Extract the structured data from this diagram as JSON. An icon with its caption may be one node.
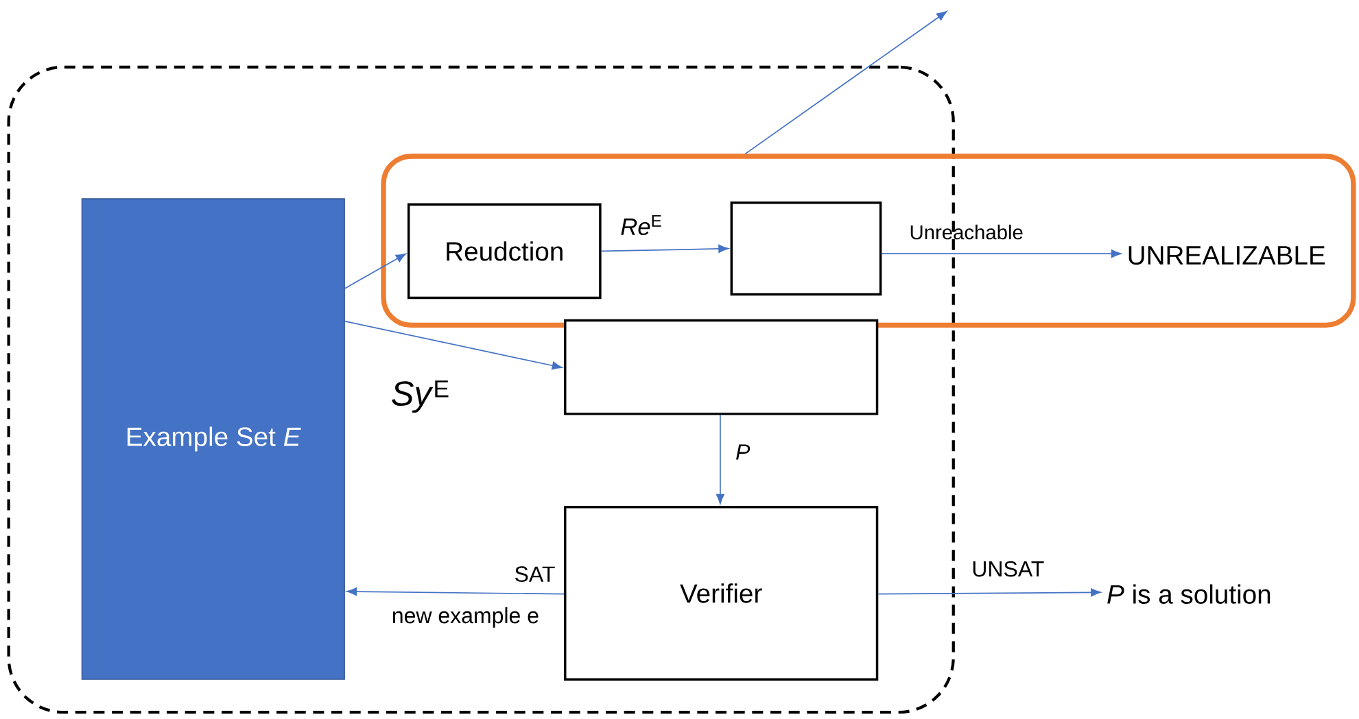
{
  "diagram": {
    "nodes": [
      {
        "text": [],
        "shape": "box"
      },
      {
        "text": [],
        "shape": "box"
      },
      {
        "text": [
          "Example Set *E*"
        ],
        "in": 0
      },
      {
        "text": [
          "Reudction"
        ]
      },
      {
        "text": [],
        "shape": "box"
      },
      {
        "text": [
          "UNREALIZABLE"
        ],
        "in": 1
      },
      {
        "text": [],
        "shape": "box",
        "in": 0
      },
      {
        "text": [
          "Verifier"
        ],
        "in": 0
      },
      {
        "text": [
          "*P* is a solution"
        ]
      }
    ],
    "edges": [
      {
        "from": 2,
        "to": 3,
        "arrow": "to"
      },
      {
        "from": 3,
        "to": 4,
        "arrow": "to",
        "label": "*Re*$^{E}$"
      },
      {
        "from": 4,
        "to": 5,
        "arrow": "to",
        "label": "Unreachable"
      },
      {
        "from": 2,
        "to": 6,
        "arrow": "to",
        "label": "*Sy*$^{E}$"
      },
      {
        "from": 6,
        "to": 7,
        "arrow": "to",
        "label": "*P*"
      },
      {
        "from": 7,
        "to": 2,
        "arrow": "to",
        "label": "SAT"
      },
      {
        "from": 7,
        "to": 8,
        "arrow": "to",
        "label": "UNSAT"
      },
      {
        "from": 1,
        "to": null,
        "arrow": "to"
      }
    ],
    "labels": [
      "new example e"
    ]
  }
}
